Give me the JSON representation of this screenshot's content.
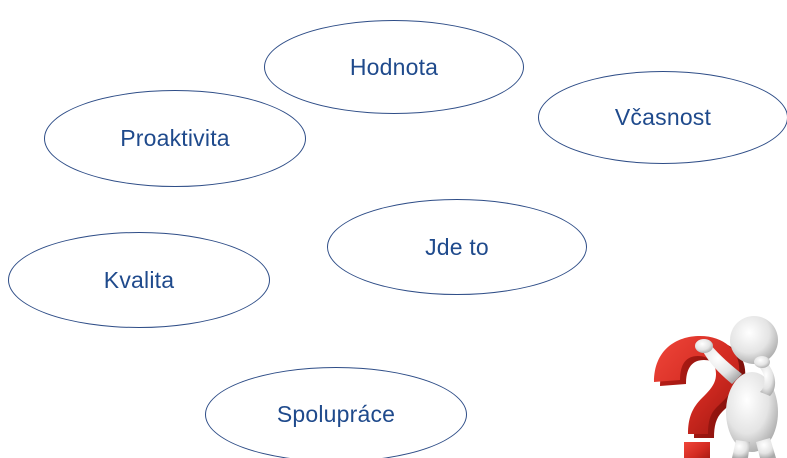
{
  "bubbles": [
    {
      "label": "Hodnota"
    },
    {
      "label": "Včasnost"
    },
    {
      "label": "Proaktivita"
    },
    {
      "label": "Jde to"
    },
    {
      "label": "Kvalita"
    },
    {
      "label": "Spolupráce"
    }
  ],
  "colors": {
    "outline": "#2e4d87",
    "text": "#1f4a8c",
    "question_mark": "#d62a22"
  },
  "icons": [
    "thinking-person-with-question-mark-icon"
  ]
}
